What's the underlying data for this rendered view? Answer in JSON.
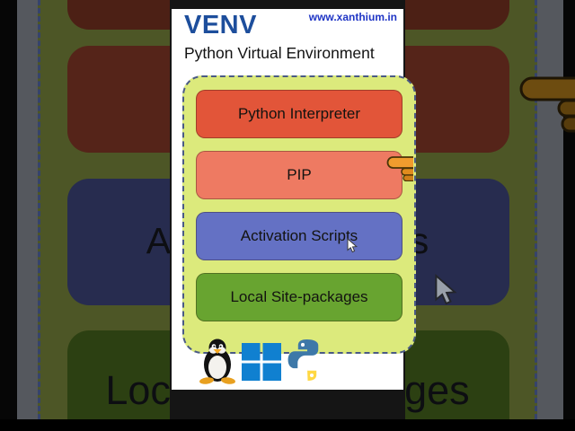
{
  "header": {
    "site_link": "www.xanthium.in",
    "title": "VENV",
    "subtitle": "Python Virtual Environment"
  },
  "diagram": {
    "container": {
      "fill": "#dcea7c",
      "border_color": "#4a5a85"
    },
    "components": [
      {
        "label": "Python Interpreter",
        "color": "#e25539"
      },
      {
        "label": "PIP",
        "color": "#ee7a62"
      },
      {
        "label": "Activation Scripts",
        "color": "#6471c4"
      },
      {
        "label": "Local Site-packages",
        "color": "#68a430"
      }
    ]
  },
  "platform_icons": [
    {
      "name": "linux-tux-icon"
    },
    {
      "name": "windows-icon"
    },
    {
      "name": "python-icon"
    }
  ],
  "colors": {
    "title_blue": "#1d4e9c",
    "link_blue": "#1f35c5",
    "windows_blue": "#1080d0",
    "python_blue": "#3d78a8",
    "python_yellow": "#ffd843",
    "hand_orange": "#f09c2e"
  }
}
